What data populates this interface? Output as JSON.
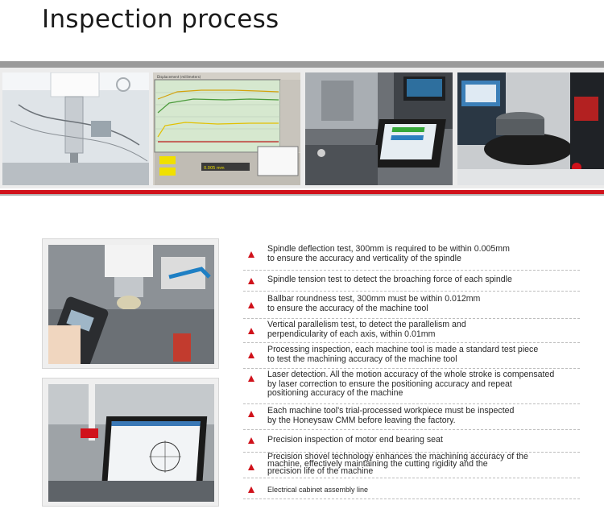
{
  "header": {
    "title": "Inspection process"
  },
  "photos": {
    "photo2": {
      "heading": "Displacement (millimeters)",
      "readout": "0.005 mm"
    }
  },
  "steps": [
    {
      "text": "Spindle deflection test, 300mm is required to be within 0.005mm\nto ensure the accuracy and verticality of the spindle"
    },
    {
      "text": "Spindle tension test to detect the broaching force of each spindle"
    },
    {
      "text": "Ballbar roundness test, 300mm must be within 0.012mm\nto ensure the accuracy of the machine tool"
    },
    {
      "text": "Vertical parallelism test, to detect the parallelism and\nperpendicularity of each axis, within 0.01mm"
    },
    {
      "text": "Processing inspection, each machine tool is made a standard test piece\nto test the machining accuracy of the machine tool"
    },
    {
      "text": "Laser detection. All the motion accuracy of the whole stroke is compensated\nby laser correction to ensure the positioning accuracy and repeat\npositioning accuracy of the machine"
    },
    {
      "text": "Each machine tool's trial-processed workpiece must be inspected\nby the Honeysaw CMM before leaving the factory."
    },
    {
      "text": "Precision inspection of motor end bearing seat"
    },
    {
      "text": "Precision shovel technology enhances the machining accuracy of the\nmachine, effectively maintaining the cutting rigidity and the\nprecision life of the machine"
    },
    {
      "text": "Electrical cabinet assembly line"
    }
  ],
  "colors": {
    "accent": "#d0121b",
    "band": "#9a9a9a"
  }
}
